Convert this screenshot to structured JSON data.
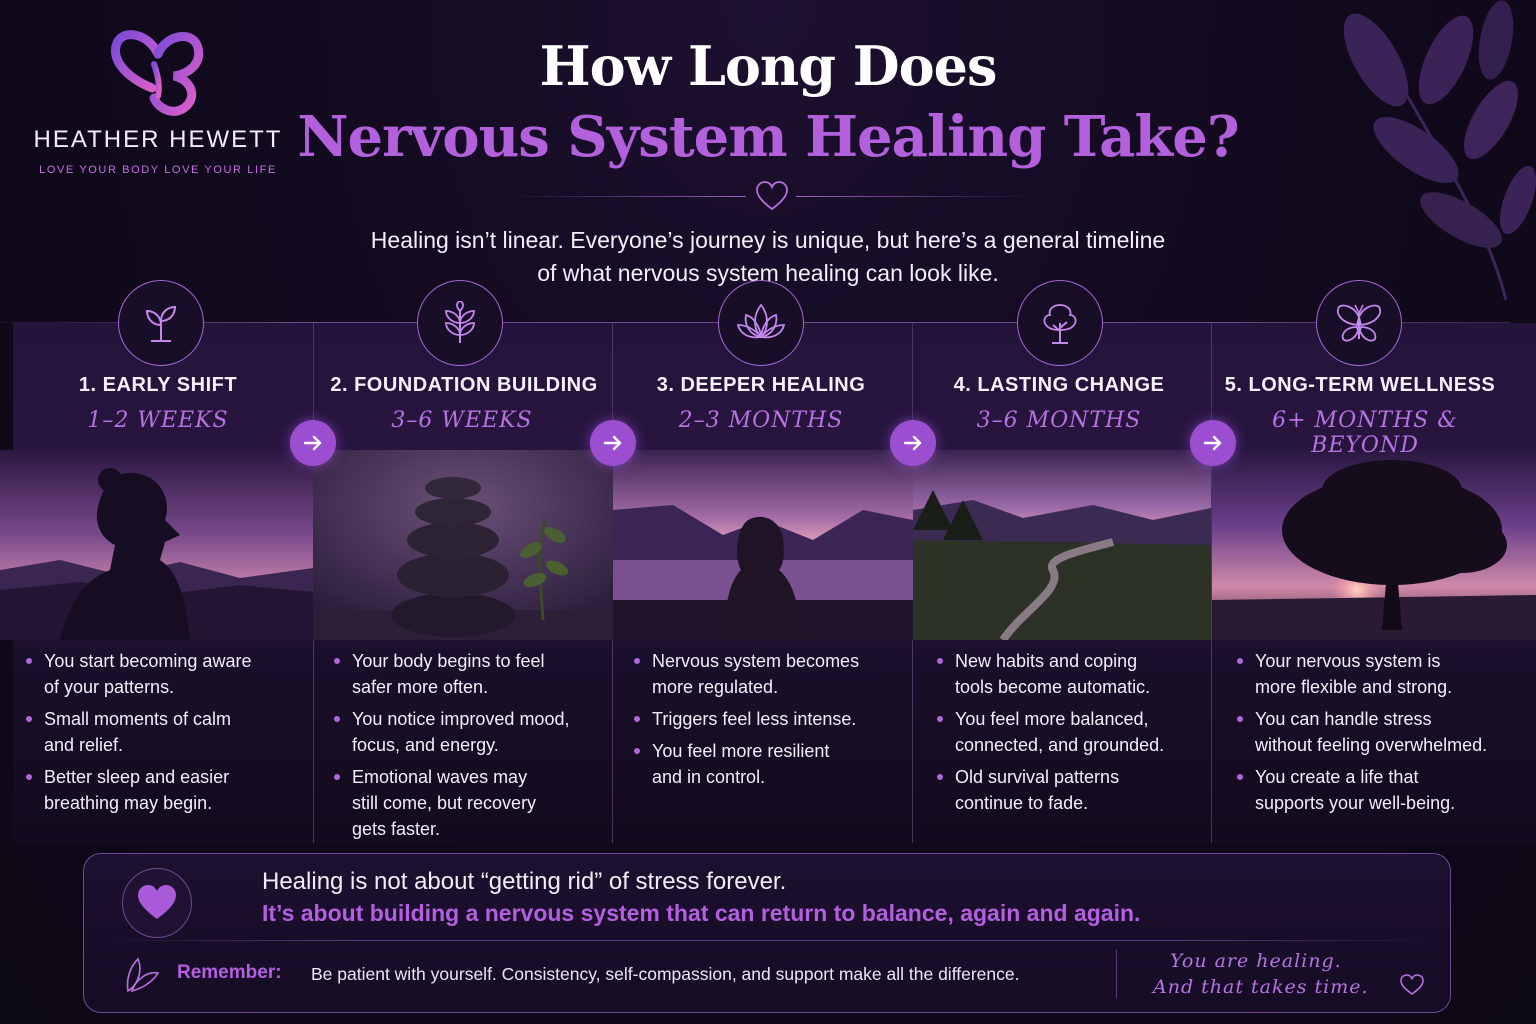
{
  "brand": {
    "name": "HEATHER HEWETT",
    "tagline": "LOVE YOUR BODY LOVE YOUR LIFE"
  },
  "header": {
    "title_line1": "How Long Does",
    "title_line2": "Nervous System Healing Take?",
    "intro_line1": "Healing isn’t linear. Everyone’s journey is unique, but here’s a general timeline",
    "intro_line2": "of what nervous system healing can look like."
  },
  "stages": [
    {
      "title": "1. EARLY SHIFT",
      "time": "1–2 WEEKS",
      "icon": "sprout-icon",
      "bullets": [
        [
          "You start becoming aware",
          "of your patterns."
        ],
        [
          "Small moments of calm",
          "and relief."
        ],
        [
          "Better sleep and easier",
          "breathing may begin."
        ]
      ]
    },
    {
      "title": "2. FOUNDATION BUILDING",
      "time": "3–6 WEEKS",
      "icon": "plant-icon",
      "bullets": [
        [
          "Your body begins to feel",
          "safer more often."
        ],
        [
          "You notice improved mood,",
          "focus, and energy."
        ],
        [
          "Emotional waves may",
          "still come, but recovery",
          "gets faster."
        ]
      ]
    },
    {
      "title": "3. DEEPER HEALING",
      "time": "2–3 MONTHS",
      "icon": "lotus-icon",
      "bullets": [
        [
          "Nervous system becomes",
          "more regulated."
        ],
        [
          "Triggers feel less intense."
        ],
        [
          "You feel more resilient",
          "and in control."
        ]
      ]
    },
    {
      "title": "4. LASTING CHANGE",
      "time": "3–6 MONTHS",
      "icon": "tree-icon",
      "bullets": [
        [
          "New habits and coping",
          "tools become automatic."
        ],
        [
          "You feel more balanced,",
          "connected, and grounded."
        ],
        [
          "Old survival patterns",
          "continue to fade."
        ]
      ]
    },
    {
      "title": "5. LONG-TERM WELLNESS",
      "time": "6+ MONTHS & BEYOND",
      "icon": "butterfly-icon",
      "bullets": [
        [
          "Your nervous system is",
          "more flexible and strong."
        ],
        [
          "You can handle stress",
          "without feeling overwhelmed."
        ],
        [
          "You create a life that",
          "supports your well-being."
        ]
      ]
    }
  ],
  "footer": {
    "quote_line1": "Healing is not about “getting rid” of stress forever.",
    "quote_line2": "It’s about building a nervous system that can return to balance, again and again.",
    "remember_label": "Remember:",
    "remember_text": "Be patient with yourself. Consistency, self-compassion, and support make all the difference.",
    "script_line1": "You are healing.",
    "script_line2": "And that takes time."
  },
  "colors": {
    "accent": "#b260dc",
    "background": "#120a1e",
    "arrow": "#9b4fd0"
  }
}
